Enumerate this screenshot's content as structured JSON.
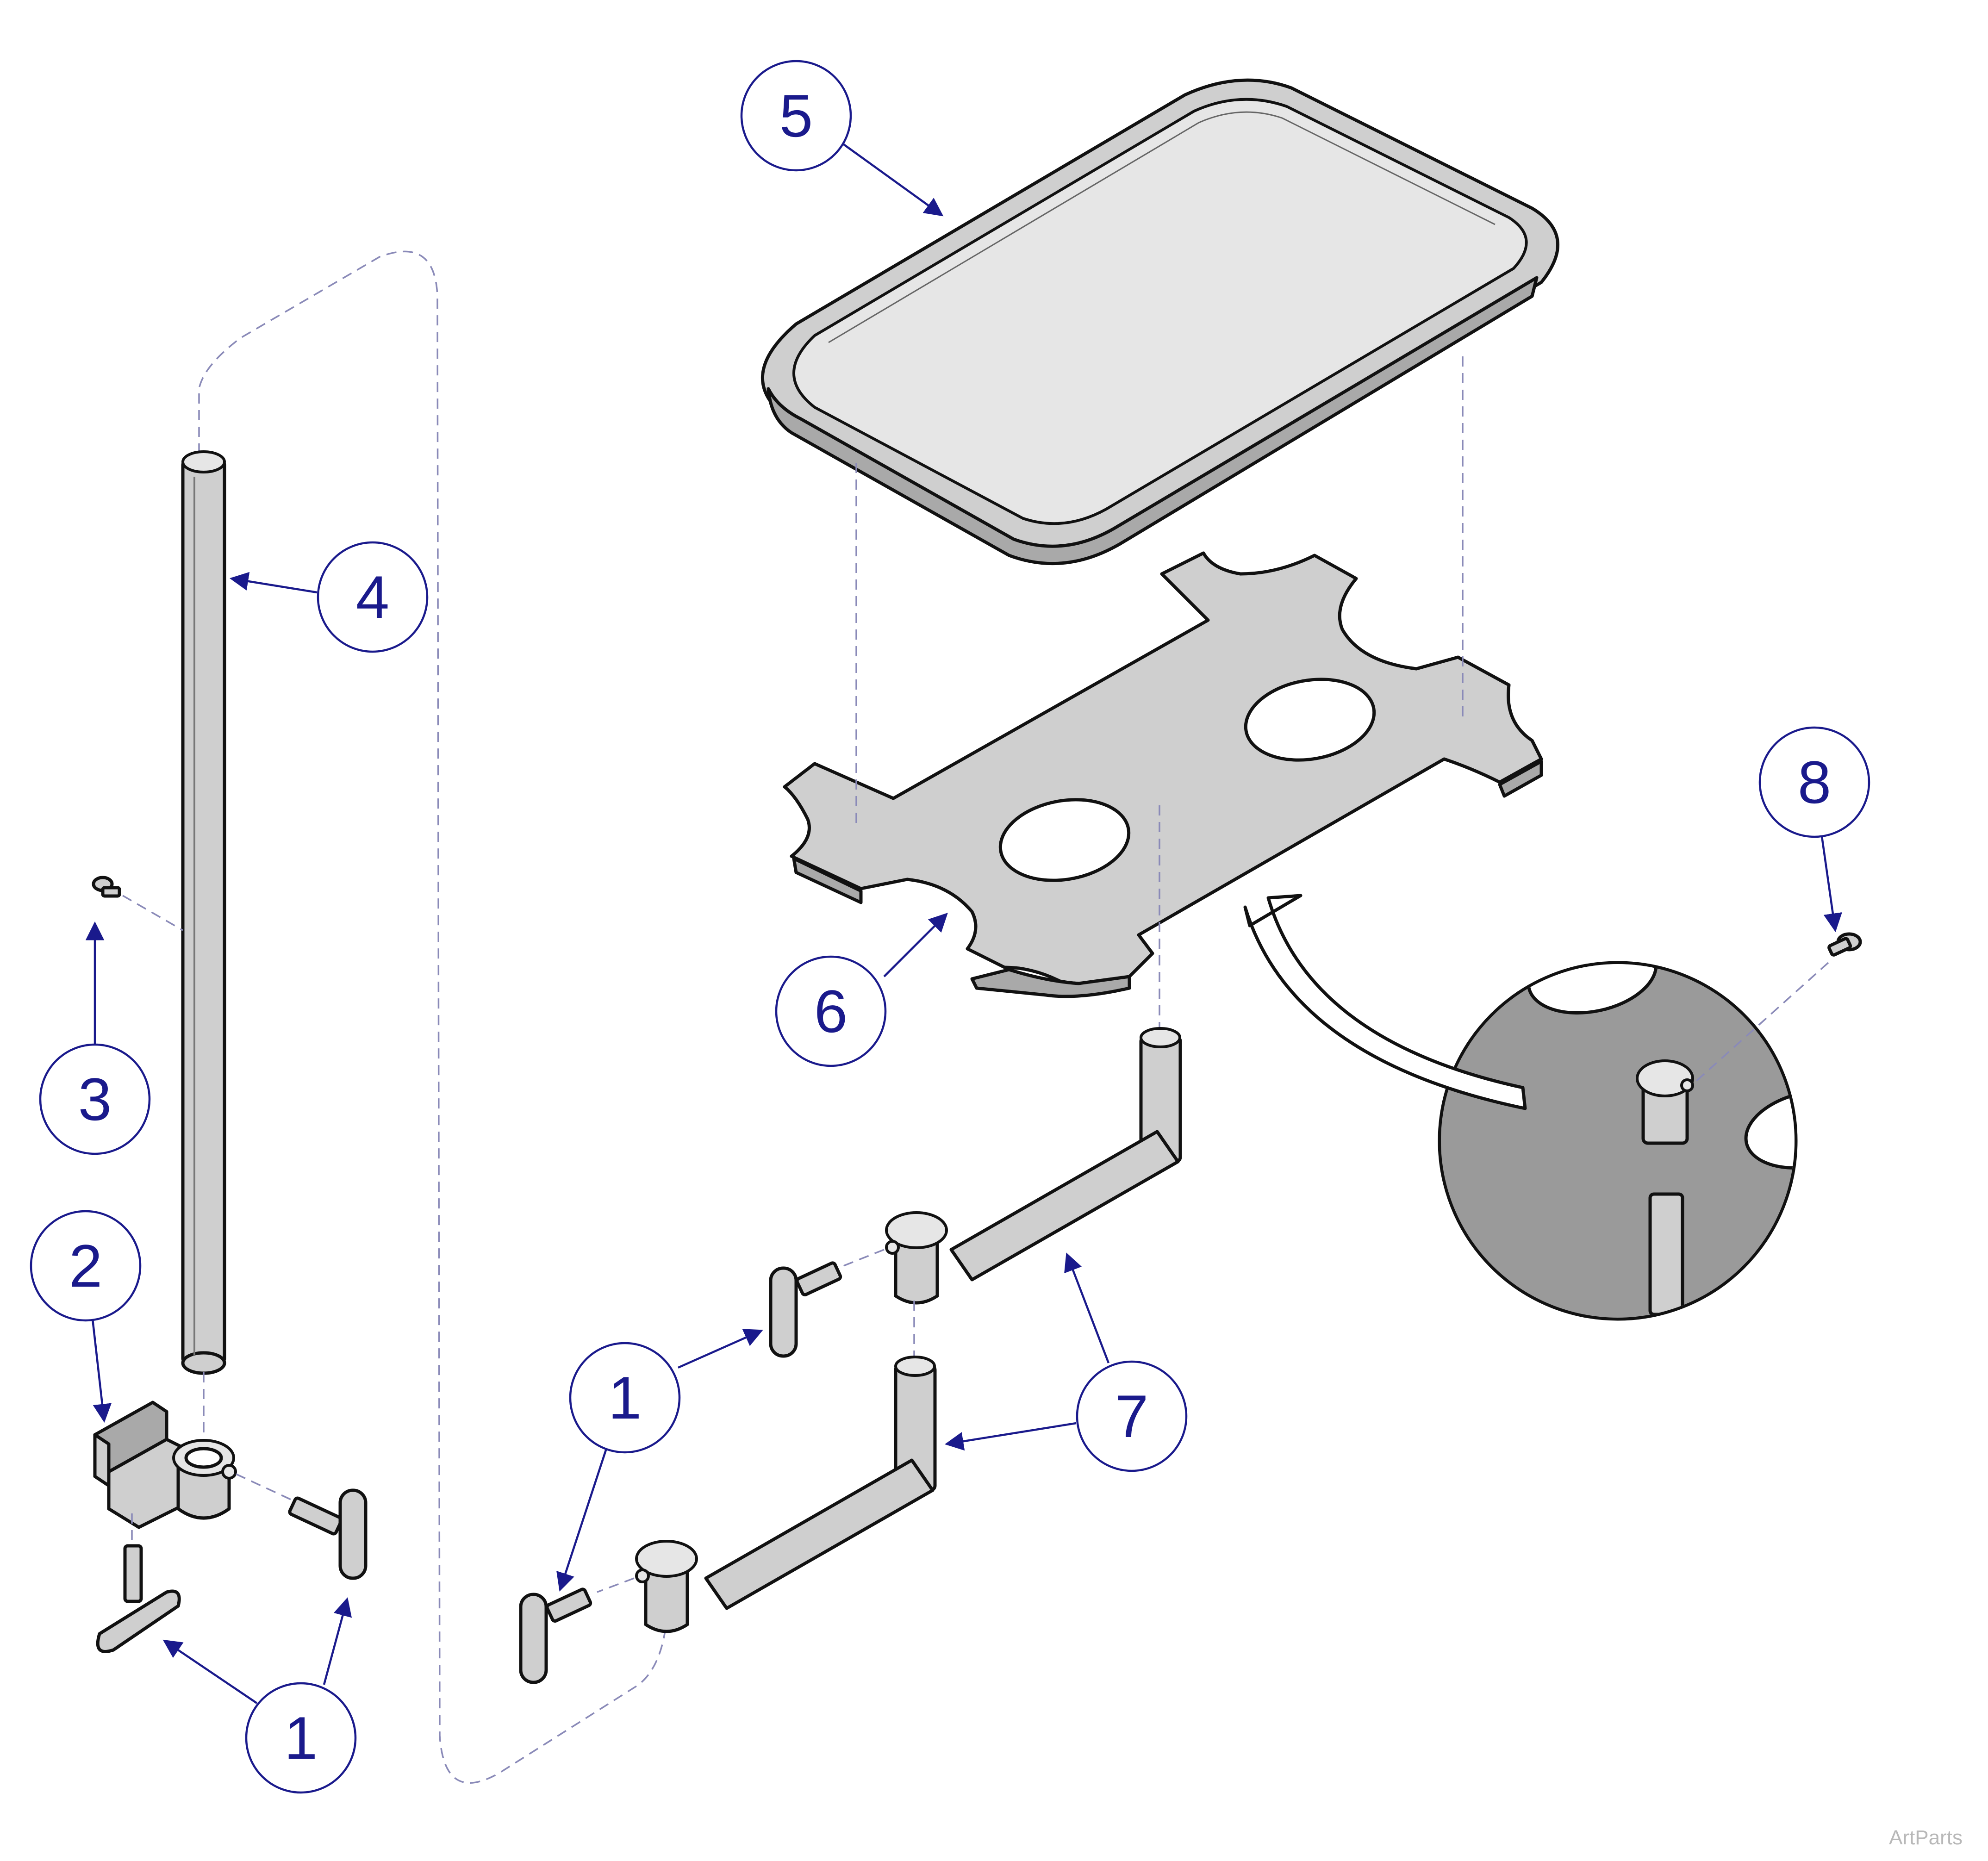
{
  "callouts": [
    {
      "label": "5"
    },
    {
      "label": "4"
    },
    {
      "label": "6"
    },
    {
      "label": "8"
    },
    {
      "label": "3"
    },
    {
      "label": "2"
    },
    {
      "label": "1"
    },
    {
      "label": "7"
    },
    {
      "label": "7"
    },
    {
      "label": "1"
    }
  ],
  "watermark": "ArtParts",
  "colors": {
    "callout": "#1a1a8c",
    "part": "#cfcfcf",
    "outline": "#111111",
    "guide": "#8a8ab8"
  }
}
